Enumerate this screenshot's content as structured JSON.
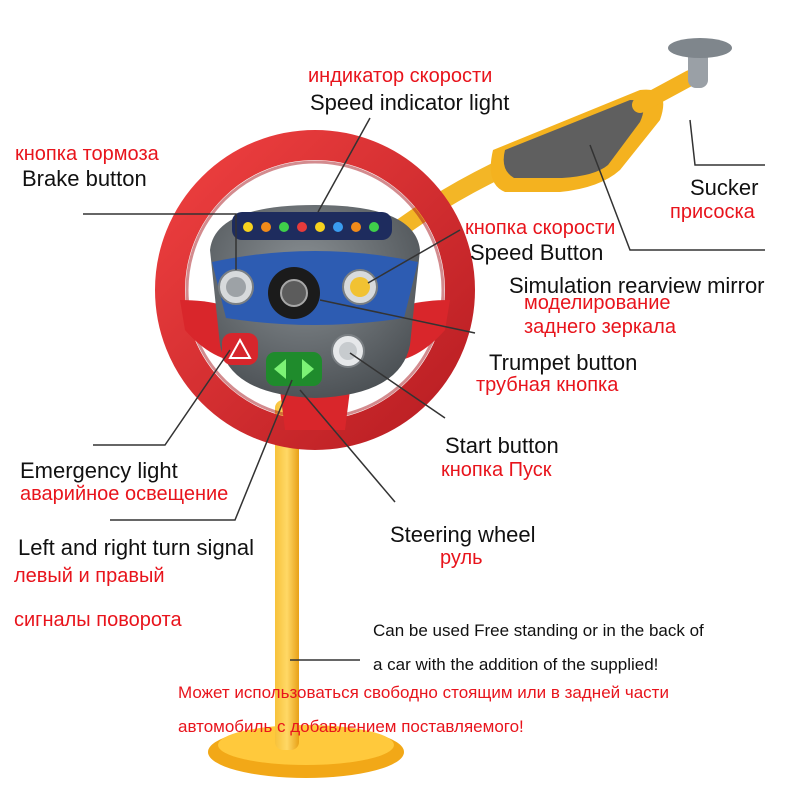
{
  "colors": {
    "label_english": "#111111",
    "label_russian": "#e8141c",
    "wheel_red": "#d9262b",
    "hub_gray": "#5f6468",
    "hub_blue": "#2d5cb2",
    "stand_yellow": "#f5b321",
    "mirror_gray": "#6a6a6a",
    "sucker_gray": "#8d9399"
  },
  "labels": {
    "speed_indicator_ru": "индикатор скорости",
    "speed_indicator_en": "Speed indicator light",
    "brake_ru": "кнопка тормоза",
    "brake_en": "Brake button",
    "sucker_en": "Sucker",
    "sucker_ru": "присоска",
    "speed_button_ru": "кнопка скорости",
    "speed_button_en": "Speed Button",
    "mirror_en": "Simulation rearview mirror",
    "mirror_ru_1": "моделирование",
    "mirror_ru_2": "заднего зеркала",
    "trumpet_en": "Trumpet button",
    "trumpet_ru": "трубная кнопка",
    "start_en": "Start button",
    "start_ru": "кнопка Пуск",
    "emergency_en": "Emergency light",
    "emergency_ru": "аварийное освещение",
    "wheel_en": "Steering wheel",
    "wheel_ru": "руль",
    "turn_en": "Left and right turn signal",
    "turn_ru_1": "левый и правый",
    "turn_ru_2": "сигналы поворота"
  },
  "note": {
    "en_1": "Can be used Free standing or in the back of",
    "en_2": "a car with the addition of the supplied!",
    "ru_1": "Может использоваться свободно стоящим или в задней части",
    "ru_2": "автомобиль с добавлением поставляемого!"
  }
}
